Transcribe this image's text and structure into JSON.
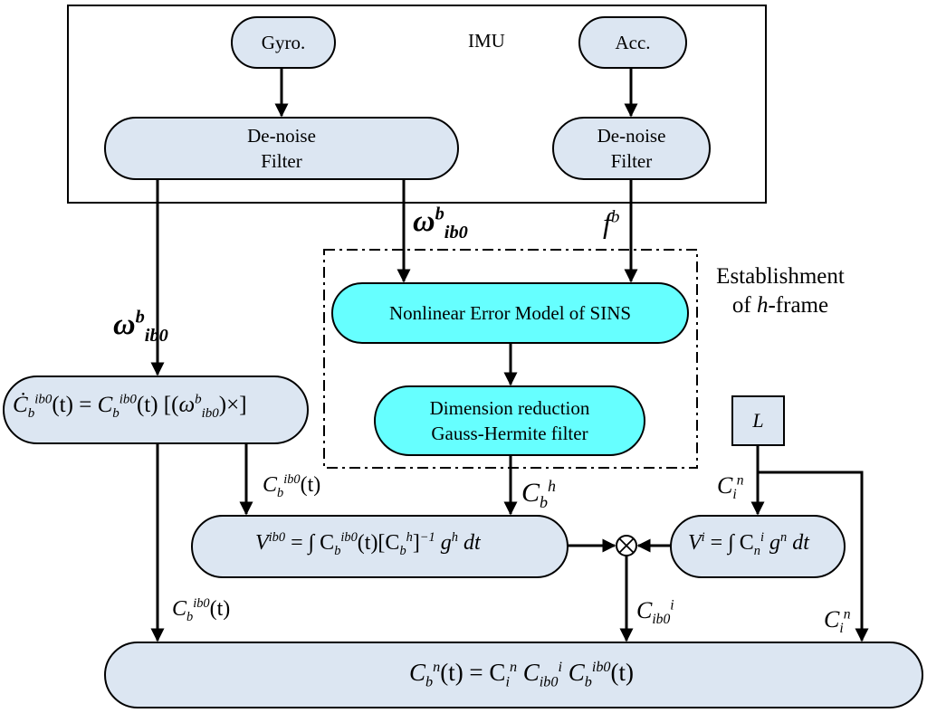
{
  "imu": {
    "label": "IMU",
    "gyro": "Gyro.",
    "acc": "Acc.",
    "denoise_line1": "De-noise",
    "denoise_line2": "Filter"
  },
  "hframe": {
    "label_line1": "Establishment",
    "label_prefix": "of ",
    "label_italic": "h",
    "label_suffix": "-frame",
    "nonlinear_model": "Nonlinear Error Model of SINS",
    "ghf_line1": "Dimension reduction",
    "ghf_line2": "Gauss-Hermite filter"
  },
  "signals": {
    "omega": "ω",
    "f": "f",
    "sup_b": "b",
    "sub_ib0": "ib0",
    "C": "C",
    "sup_n": "n",
    "sup_h": "h",
    "sup_i": "i",
    "sup_ib0": "ib0",
    "sub_b": "b",
    "sub_i": "i",
    "t_arg": "(t)",
    "L": "L",
    "otimes": "⊗"
  },
  "equations": {
    "cdot": "Ċ",
    "eq_sign": " = ",
    "cdot_tail_open": " [(",
    "cdot_tail_close": ")×]",
    "v_ib0_lhs": "V",
    "v_ib0_rhs_1": " = ∫ C",
    "v_ib0_rhs_2": "(t)[C",
    "v_ib0_rhs_3": "]",
    "v_ib0_rhs_inv": "−1",
    "v_ib0_rhs_4": " g",
    "v_ib0_rhs_5": " dt",
    "v_i_rhs_1": " = ∫ C",
    "v_i_rhs_2": " g",
    "v_i_rhs_3": " dt",
    "sub_n": "n",
    "final_lhs_tail": "(t) = C",
    "final_rhs_2": " C",
    "final_rhs_3": " C",
    "final_rhs_tail": "(t)"
  }
}
